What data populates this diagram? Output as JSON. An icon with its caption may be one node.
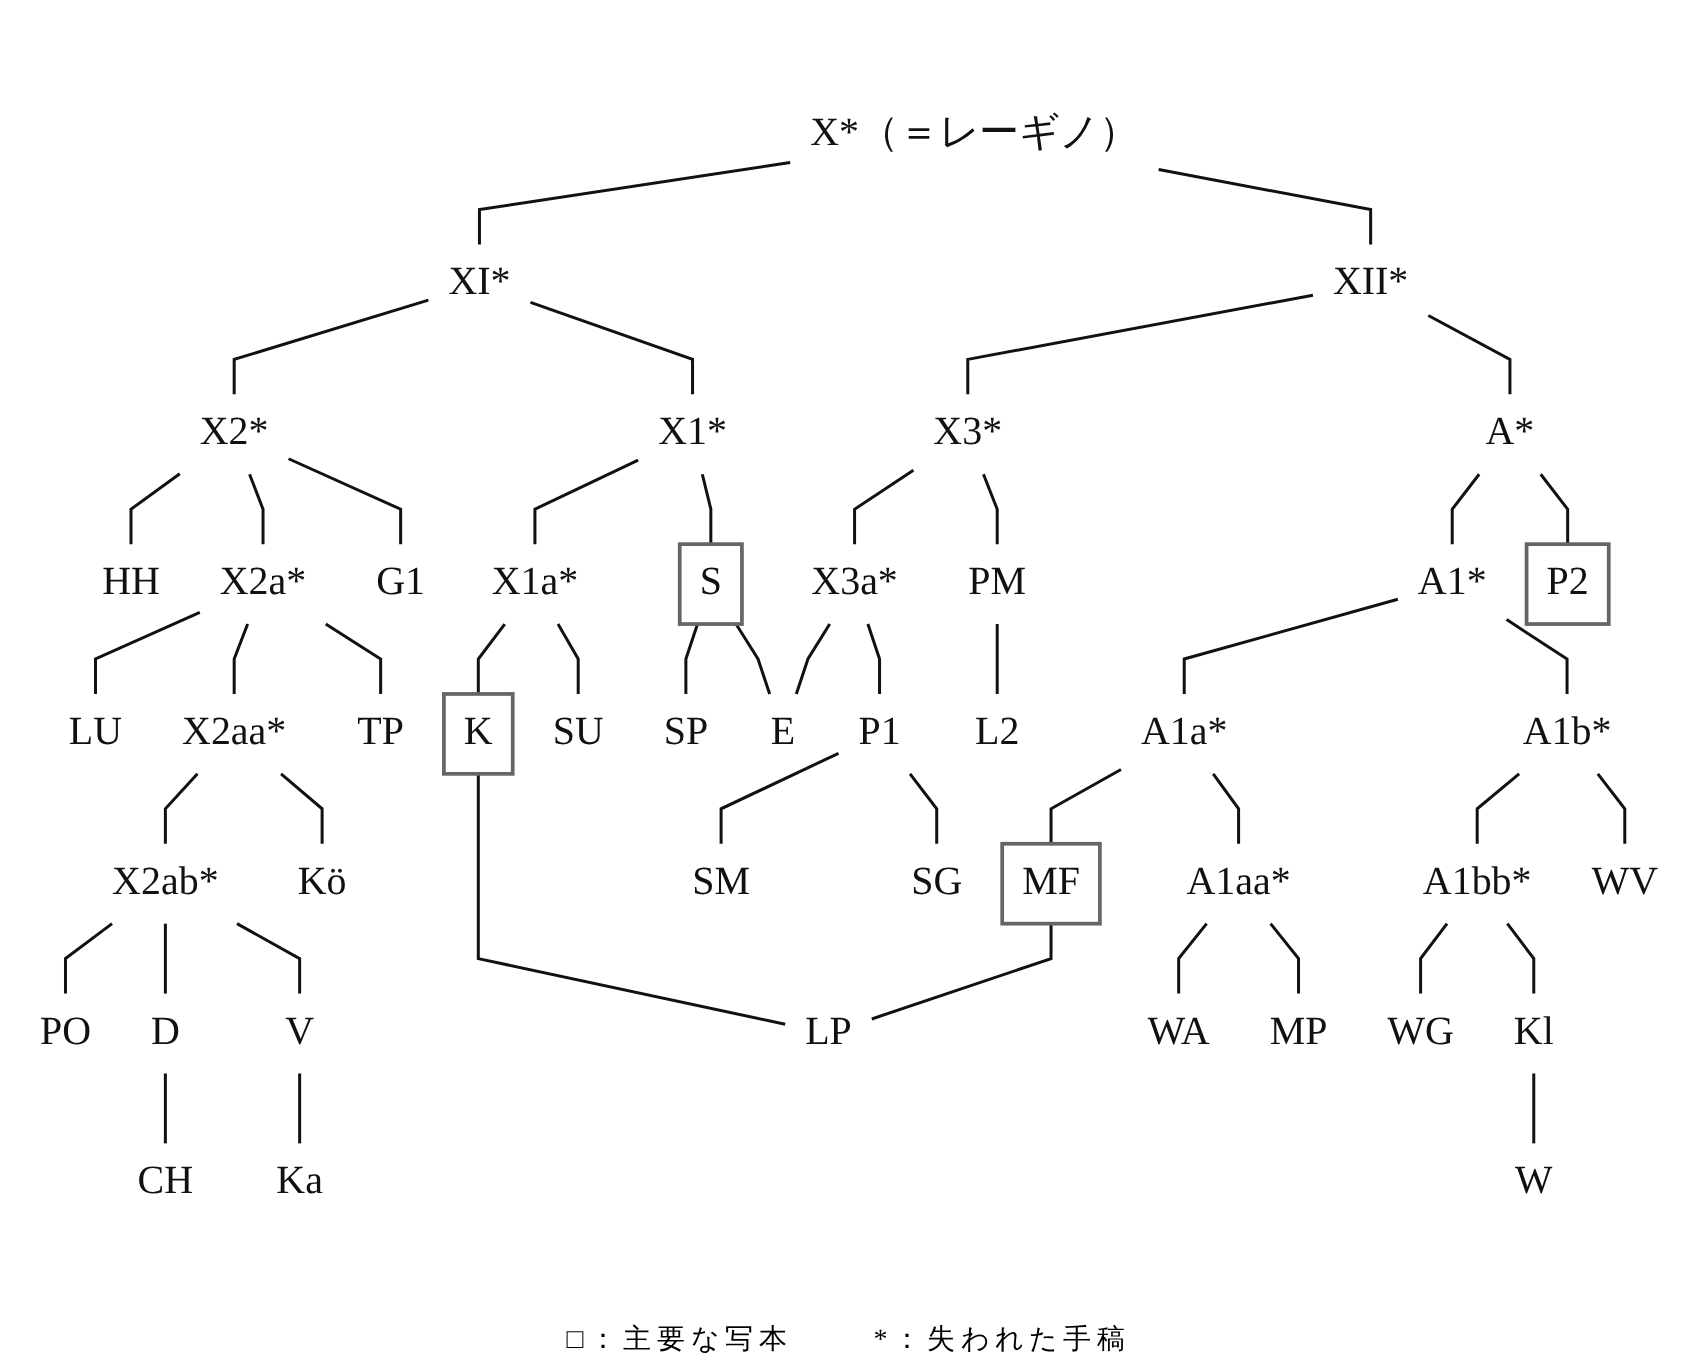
{
  "diagram": {
    "nodes": [
      {
        "text": [
          "X*（＝レーギノ）"
        ]
      },
      {
        "text": [
          "XI*"
        ]
      },
      {
        "text": [
          "XII*"
        ]
      },
      {
        "text": [
          "X2*"
        ]
      },
      {
        "text": [
          "X1*"
        ]
      },
      {
        "text": [
          "X3*"
        ]
      },
      {
        "text": [
          "A*"
        ]
      },
      {
        "text": [
          "HH"
        ]
      },
      {
        "text": [
          "X2a*"
        ]
      },
      {
        "text": [
          "G1"
        ]
      },
      {
        "text": [
          "X1a*"
        ]
      },
      {
        "text": [
          "S"
        ]
      },
      {
        "text": [
          "X3a*"
        ]
      },
      {
        "text": [
          "PM"
        ]
      },
      {
        "text": [
          "A1*"
        ]
      },
      {
        "text": [
          "P2"
        ]
      },
      {
        "text": [
          "LU"
        ]
      },
      {
        "text": [
          "X2aa*"
        ]
      },
      {
        "text": [
          "TP"
        ]
      },
      {
        "text": [
          "K"
        ]
      },
      {
        "text": [
          "SU"
        ]
      },
      {
        "text": [
          "SP"
        ]
      },
      {
        "text": [
          "E"
        ]
      },
      {
        "text": [
          "P1"
        ]
      },
      {
        "text": [
          "L2"
        ]
      },
      {
        "text": [
          "A1a*"
        ]
      },
      {
        "text": [
          "A1b*"
        ]
      },
      {
        "text": [
          "X2ab*"
        ]
      },
      {
        "text": [
          "Kö"
        ]
      },
      {
        "text": [
          "SM"
        ]
      },
      {
        "text": [
          "SG"
        ]
      },
      {
        "text": [
          "MF"
        ]
      },
      {
        "text": [
          "A1aa*"
        ]
      },
      {
        "text": [
          "A1bb*"
        ]
      },
      {
        "text": [
          "WV"
        ]
      },
      {
        "text": [
          "PO"
        ]
      },
      {
        "text": [
          "D"
        ]
      },
      {
        "text": [
          "V"
        ]
      },
      {
        "text": [
          "LP"
        ]
      },
      {
        "text": [
          "WA"
        ]
      },
      {
        "text": [
          "MP"
        ]
      },
      {
        "text": [
          "WG"
        ]
      },
      {
        "text": [
          "Kl"
        ]
      },
      {
        "text": [
          "CH"
        ]
      },
      {
        "text": [
          "Ka"
        ]
      },
      {
        "text": [
          "W"
        ]
      }
    ],
    "edges": [
      {
        "from": 0,
        "to": 1,
        "arrow": "none"
      },
      {
        "from": 0,
        "to": 2,
        "arrow": "none"
      },
      {
        "from": 1,
        "to": 3,
        "arrow": "none"
      },
      {
        "from": 1,
        "to": 4,
        "arrow": "none"
      },
      {
        "from": 2,
        "to": 5,
        "arrow": "none"
      },
      {
        "from": 2,
        "to": 6,
        "arrow": "none"
      },
      {
        "from": 3,
        "to": 7,
        "arrow": "none"
      },
      {
        "from": 3,
        "to": 8,
        "arrow": "none"
      },
      {
        "from": 3,
        "to": 9,
        "arrow": "none"
      },
      {
        "from": 4,
        "to": 10,
        "arrow": "none"
      },
      {
        "from": 4,
        "to": 11,
        "arrow": "none"
      },
      {
        "from": 5,
        "to": 12,
        "arrow": "none"
      },
      {
        "from": 5,
        "to": 13,
        "arrow": "none"
      },
      {
        "from": 6,
        "to": 14,
        "arrow": "none"
      },
      {
        "from": 6,
        "to": 15,
        "arrow": "none"
      },
      {
        "from": 8,
        "to": 16,
        "arrow": "none"
      },
      {
        "from": 8,
        "to": 17,
        "arrow": "none"
      },
      {
        "from": 8,
        "to": 18,
        "arrow": "none"
      },
      {
        "from": 10,
        "to": 19,
        "arrow": "none"
      },
      {
        "from": 10,
        "to": 20,
        "arrow": "none"
      },
      {
        "from": 11,
        "to": 21,
        "arrow": "none"
      },
      {
        "from": 11,
        "to": 22,
        "arrow": "none"
      },
      {
        "from": 12,
        "to": 22,
        "arrow": "none"
      },
      {
        "from": 12,
        "to": 23,
        "arrow": "none"
      },
      {
        "from": 13,
        "to": 24,
        "arrow": "none"
      },
      {
        "from": 14,
        "to": 25,
        "arrow": "none"
      },
      {
        "from": 14,
        "to": 26,
        "arrow": "none"
      },
      {
        "from": 17,
        "to": 27,
        "arrow": "none"
      },
      {
        "from": 17,
        "to": 28,
        "arrow": "none"
      },
      {
        "from": 23,
        "to": 29,
        "arrow": "none"
      },
      {
        "from": 23,
        "to": 30,
        "arrow": "none"
      },
      {
        "from": 25,
        "to": 31,
        "arrow": "none"
      },
      {
        "from": 25,
        "to": 32,
        "arrow": "none"
      },
      {
        "from": 26,
        "to": 33,
        "arrow": "none"
      },
      {
        "from": 26,
        "to": 34,
        "arrow": "none"
      },
      {
        "from": 27,
        "to": 35,
        "arrow": "none"
      },
      {
        "from": 27,
        "to": 36,
        "arrow": "none"
      },
      {
        "from": 27,
        "to": 37,
        "arrow": "none"
      },
      {
        "from": 19,
        "to": 38,
        "arrow": "none"
      },
      {
        "from": 31,
        "to": 38,
        "arrow": "none"
      },
      {
        "from": 32,
        "to": 39,
        "arrow": "none"
      },
      {
        "from": 32,
        "to": 40,
        "arrow": "none"
      },
      {
        "from": 33,
        "to": 41,
        "arrow": "none"
      },
      {
        "from": 33,
        "to": 42,
        "arrow": "none"
      },
      {
        "from": 36,
        "to": 43,
        "arrow": "none"
      },
      {
        "from": 37,
        "to": 44,
        "arrow": "none"
      },
      {
        "from": 42,
        "to": 45,
        "arrow": "none"
      }
    ],
    "labels": [
      "□：主要な写本",
      "*：失われた手稿"
    ]
  }
}
